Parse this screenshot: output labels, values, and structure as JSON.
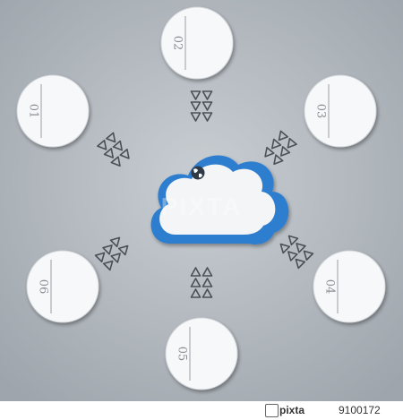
{
  "diagram": {
    "center": {
      "icon": "globe-icon",
      "label": ""
    },
    "nodes": [
      {
        "id": "node-01",
        "number": "01"
      },
      {
        "id": "node-02",
        "number": "02"
      },
      {
        "id": "node-03",
        "number": "03"
      },
      {
        "id": "node-04",
        "number": "04"
      },
      {
        "id": "node-05",
        "number": "05"
      },
      {
        "id": "node-06",
        "number": "06"
      }
    ],
    "colors": {
      "background": "#aeb4ba",
      "circle": "#f7f8f9",
      "cloud_blue": "#2f7ed0",
      "cloud_white": "#f4f5f6",
      "arrow_stroke": "#4a5058",
      "number": "#8a9096"
    }
  },
  "watermark": {
    "text": "PIXTA"
  },
  "footer": {
    "brand": "pixta",
    "image_id": "9100172"
  }
}
